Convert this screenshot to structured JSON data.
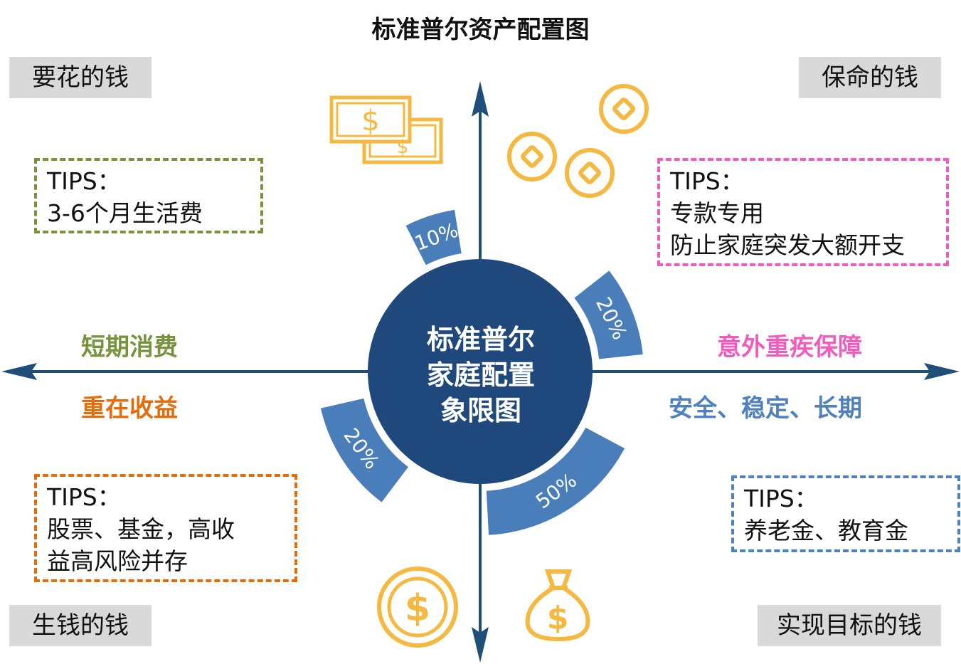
{
  "title": "标准普尔资产配置图",
  "center": {
    "line1": "标准普尔",
    "line2": "家庭配置",
    "line3": "象限图"
  },
  "quadrants": {
    "top_left": {
      "label": "要花的钱",
      "tips_title": "TIPS：",
      "tips_lines": [
        "3-6个月生活费"
      ],
      "axis_label": "短期消费",
      "percent": "10%"
    },
    "top_right": {
      "label": "保命的钱",
      "tips_title": "TIPS：",
      "tips_lines": [
        "专款专用",
        "防止家庭突发大额开支"
      ],
      "axis_label": "意外重疾保障",
      "percent": "20%"
    },
    "bottom_left": {
      "label": "生钱的钱",
      "tips_title": "TIPS：",
      "tips_lines": [
        "股票、基金，高收",
        "益高风险并存"
      ],
      "axis_label": "重在收益",
      "percent": "20%"
    },
    "bottom_right": {
      "label": "实现目标的钱",
      "tips_title": "TIPS：",
      "tips_lines": [
        "养老金、教育金"
      ],
      "axis_label": "安全、稳定、长期",
      "percent": "50%"
    }
  },
  "icons": {
    "top_left": "banknotes-icon",
    "top_right": "coins-icon",
    "bottom_left": "dollar-coin-icon",
    "bottom_right": "money-bag-icon"
  },
  "colors": {
    "axis": "#1f4e79",
    "center_circle": "#1f497d",
    "arc": "#4a7ebb",
    "icon": "#f5b942",
    "green": "#77933c",
    "pink": "#f05cbd",
    "orange": "#e46c0a",
    "blue": "#4f81bd",
    "corner_bg": "#d9d9d9"
  }
}
